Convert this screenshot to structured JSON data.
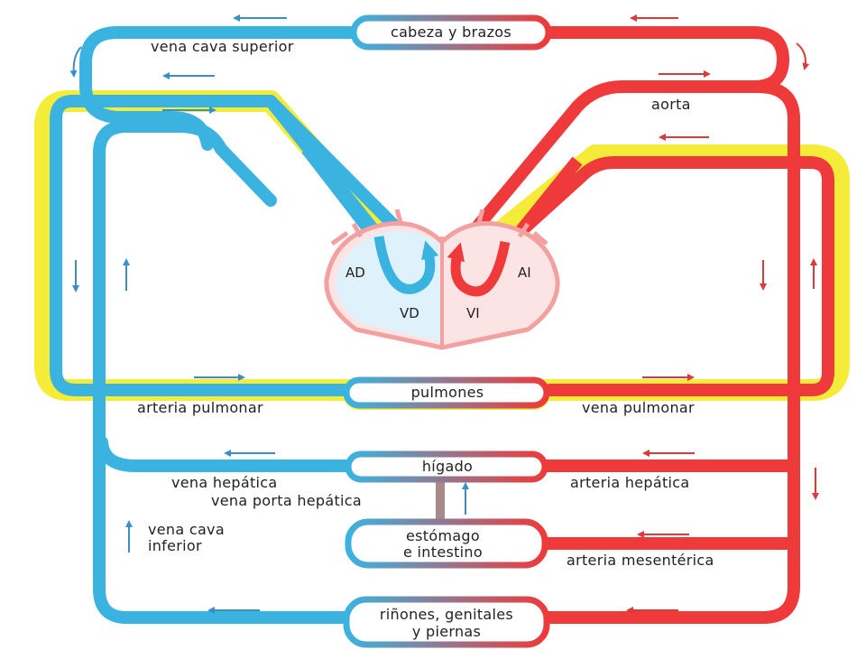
{
  "colors": {
    "venous": "#3bb3e0",
    "arterial": "#ee3a3a",
    "lung_highlight": "#f5ec3a",
    "heart_wall": "#f2a0a0",
    "heart_fill": "#fde4e4",
    "right_heart_fill": "#dff1fb",
    "arrow_blue": "#3a8fc6",
    "arrow_red": "#d93a3a"
  },
  "organs": {
    "head_arms": "cabeza y brazos",
    "lungs": "pulmones",
    "liver": "hígado",
    "stomach_line1": "estómago",
    "stomach_line2": "e intestino",
    "kidneys_line1": "riñones, genitales",
    "kidneys_line2": "y piernas"
  },
  "vessels": {
    "superior_vena_cava": "vena cava superior",
    "aorta": "aorta",
    "pulmonary_artery": "arteria pulmonar",
    "pulmonary_vein": "vena pulmonar",
    "hepatic_vein": "vena hepática",
    "hepatic_artery": "arteria hepática",
    "hepatic_portal_vein": "vena porta hepática",
    "inferior_vena_cava_line1": "vena cava",
    "inferior_vena_cava_line2": "inferior",
    "mesenteric_artery": "arteria mesentérica"
  },
  "heart": {
    "right_atrium": "AD",
    "right_ventricle": "VD",
    "left_ventricle": "VI",
    "left_atrium": "AI"
  }
}
